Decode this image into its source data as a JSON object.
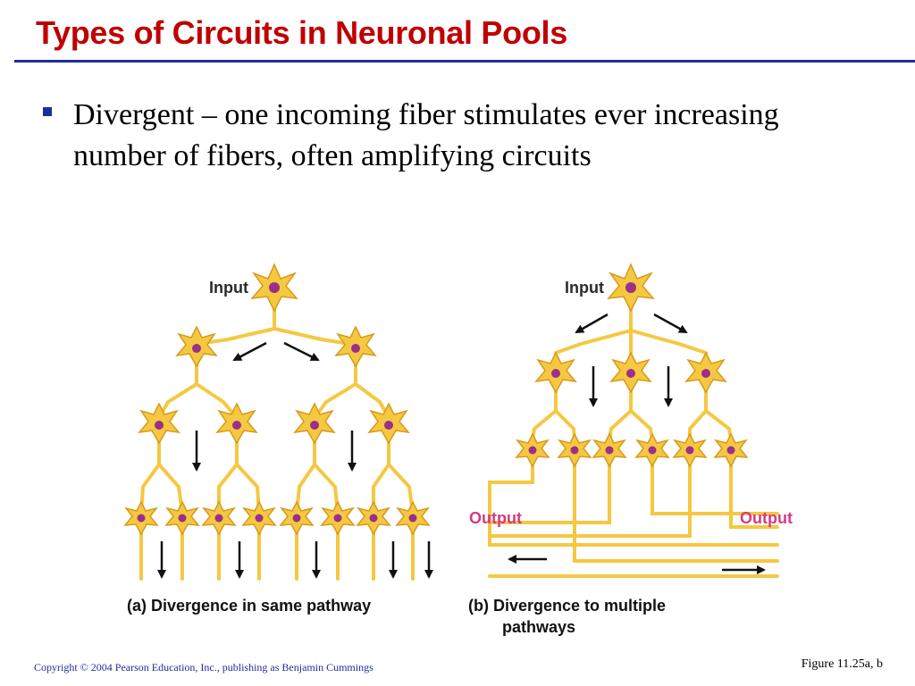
{
  "slide": {
    "title": "Types of Circuits in Neuronal Pools",
    "bullet": "Divergent – one incoming fiber stimulates ever increasing number of fibers, often amplifying circuits"
  },
  "figure": {
    "panel_a": {
      "input_label": "Input",
      "caption": "(a) Divergence in same pathway"
    },
    "panel_b": {
      "input_label": "Input",
      "output_left": "Output",
      "output_right": "Output",
      "caption_line1": "(b) Divergence to multiple",
      "caption_line2": "pathways"
    }
  },
  "footer": {
    "copyright": "Copyright © 2004 Pearson Education, Inc., publishing as Benjamin Cummings",
    "figure_ref": "Figure 11.25a, b"
  },
  "colors": {
    "title": "#c00000",
    "rule": "#1f2c9c",
    "neuron_fill": "#f5c842",
    "neuron_stroke": "#d89a1a",
    "nucleus": "#9b2f8a",
    "output_text": "#d23a86"
  }
}
